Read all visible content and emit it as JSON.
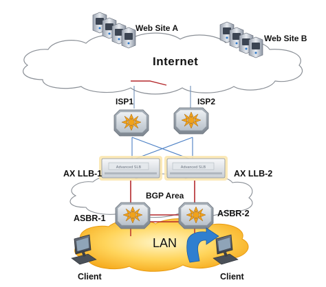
{
  "labels": {
    "web_site_a": "Web Site A",
    "web_site_b": "Web Site B",
    "internet": "Internet",
    "isp1": "ISP1",
    "isp2": "ISP2",
    "ax_llb_1": "AX LLB-1",
    "ax_llb_2": "AX LLB-2",
    "llb_panel_1": "Advanced SLB",
    "llb_panel_2": "Advanced SLB",
    "bgp_area": "BGP Area",
    "asbr_1": "ASBR-1",
    "asbr_2": "ASBR-2",
    "lan": "LAN",
    "client_left": "Client",
    "client_right": "Client"
  },
  "colors": {
    "router_body": "#cfd6dd",
    "router_star": "#f0a21a",
    "link_red": "#b3262a",
    "link_blue": "#4a7fc4",
    "lan_cloud": "#ffc233",
    "lan_arrow": "#2f7fd0",
    "llb_glow": "#f5d27a"
  },
  "icons": [
    "server-cluster-icon",
    "router-icon",
    "load-balancer-icon",
    "desktop-client-icon",
    "cloud-icon"
  ]
}
